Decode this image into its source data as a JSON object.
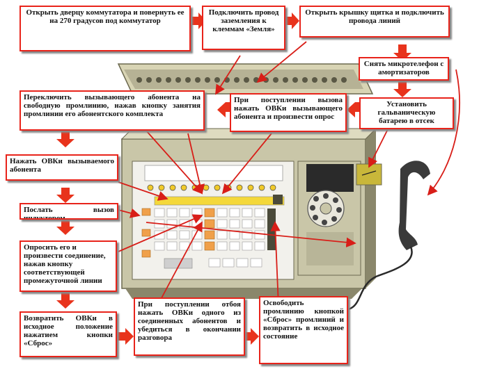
{
  "colors": {
    "box_border": "#e8231a",
    "arrow": "#e8331c",
    "arrow_thin": "#d81e18",
    "cabinet": "#c9c6a8",
    "cabinet_dark": "#8a876b",
    "panel": "#f2f1ec",
    "lamp_yellow": "#f4d83a",
    "button_orange": "#f0a04a",
    "handset": "#3a3a3a"
  },
  "steps": [
    {
      "id": "open-door",
      "text": "Открыть дверцу коммутатора и повернуть ее на 270 градусов под коммутатор"
    },
    {
      "id": "connect-ground",
      "text": "Подключить провод заземления к клеммам «Земля»"
    },
    {
      "id": "open-shield-cover",
      "text": "Открыть крышку щитка и подключить провода линий"
    },
    {
      "id": "remove-handset",
      "text": "Снять микротелефон с амортизаторов"
    },
    {
      "id": "switch-caller",
      "text": "Переключить вызывающего абонента на свободную промлинию, нажав кнопку занятия промлинии его абонентского комплекта"
    },
    {
      "id": "incoming-call",
      "text": "При поступлении вызова нажать ОВКи вызывающего абонента и произвести опрос"
    },
    {
      "id": "install-battery",
      "text": "Установить гальваническую батарею в отсек"
    },
    {
      "id": "press-called",
      "text": "Нажать ОВКи вызываемого абонента"
    },
    {
      "id": "send-inductor",
      "text": "Послать вызов индуктором"
    },
    {
      "id": "ask-connect",
      "text": "Опросить его и произвести соединение, нажав кнопку соответствующей промежуточной линии"
    },
    {
      "id": "return-reset",
      "text": "Возвратить ОВКи в исходное положение нажатием кнопки «Сброс»"
    },
    {
      "id": "on-hangup",
      "text": "При поступлении отбоя нажать ОВКи одного из соединенных абонентов и убедиться в окончании разговора"
    },
    {
      "id": "release-line",
      "text": "Освободить промлинию кнопкой «Сброс» промлиний и возвратить в исходное состояние"
    }
  ]
}
